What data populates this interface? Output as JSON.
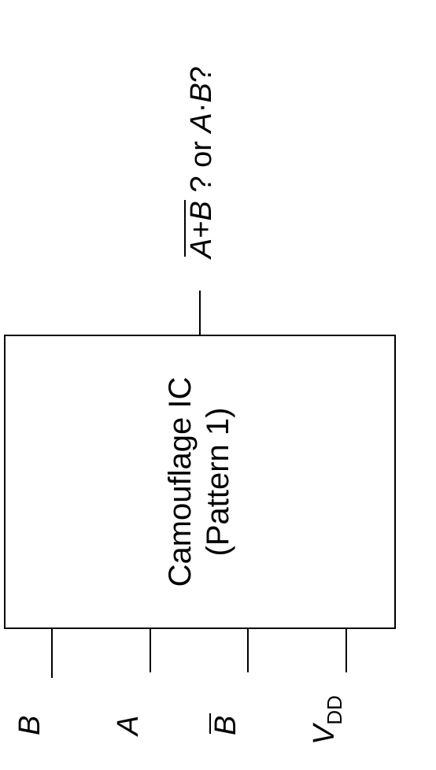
{
  "diagram": {
    "chip": {
      "line1": "Camouflage IC",
      "line2": "(Pattern 1)"
    },
    "output": {
      "nor_a": "A",
      "nor_plus": "+",
      "nor_b": "B",
      "middle": " ? or ",
      "and_a": "A",
      "and_dot": "·",
      "and_b": "B",
      "end": "?"
    },
    "pins": {
      "b": "B",
      "a": "A",
      "b_bar": "B",
      "vdd_main": "V",
      "vdd_sub": "DD"
    }
  }
}
